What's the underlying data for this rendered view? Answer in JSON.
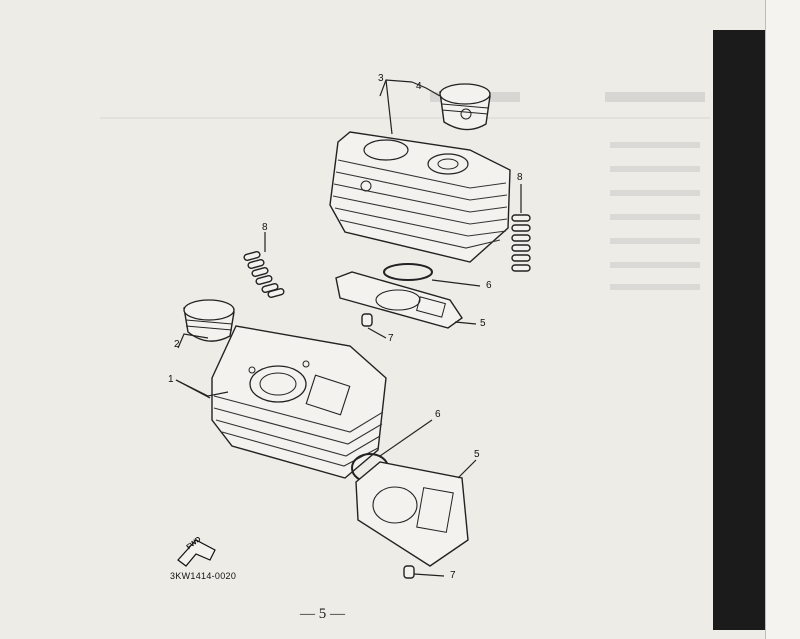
{
  "callouts": {
    "c1": "1",
    "c2": "2",
    "c3": "3",
    "c4": "4",
    "c5_top": "5",
    "c5_bottom": "5",
    "c6_top": "6",
    "c6_bottom": "6",
    "c7_top": "7",
    "c7_bottom": "7",
    "c8_left": "8",
    "c8_right": "8"
  },
  "fwd_label": "FWD",
  "diagram_code": "3KW1414-0020",
  "page_number": "— 5 —"
}
